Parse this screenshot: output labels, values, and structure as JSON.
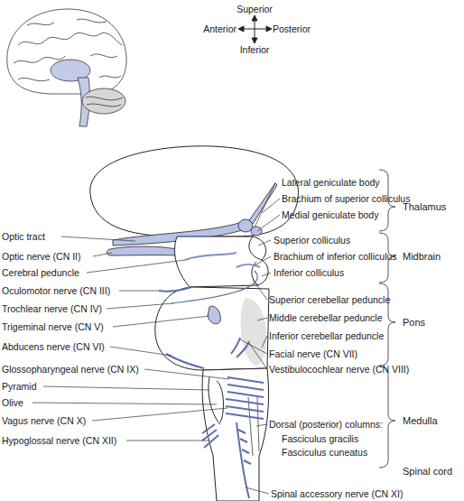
{
  "diagram": {
    "labels": [
      "Superior",
      "Anterior",
      "Posterior",
      "Inferior",
      "Lateral geniculate body",
      "Brachium of superior colliculus",
      "Thalamus",
      "Medial geniculate body",
      "Optic tract",
      "Superior colliculus",
      "Optic nerve (CN II)",
      "Brachium of inferior colliculus",
      "Midbrain",
      "Cerebral peduncle",
      "Inferior colliculus",
      "Oculomotor nerve (CN III)",
      "Trochlear nerve (CN IV)",
      "Superior cerebellar peduncle",
      "Middle cerebellar peduncle",
      "Trigeminal nerve (CN V)",
      "Inferior cerebellar peduncle",
      "Pons",
      "Abducens nerve (CN VI)",
      "Facial nerve (CN VII)",
      "Vestibulocochlear nerve (CN VIII)",
      "Glossopharyngeal nerve (CN IX)",
      "Pyramid",
      "Olive",
      "Dorsal (posterior) columns:",
      "Vagus nerve (CN X)",
      "Fasciculus gracilis",
      "Hypoglossal nerve (CN XII)",
      "Fasciculus cuneatus",
      "Medulla",
      "Spinal cord",
      "Spinal accessory nerve (CN XI)"
    ]
  }
}
